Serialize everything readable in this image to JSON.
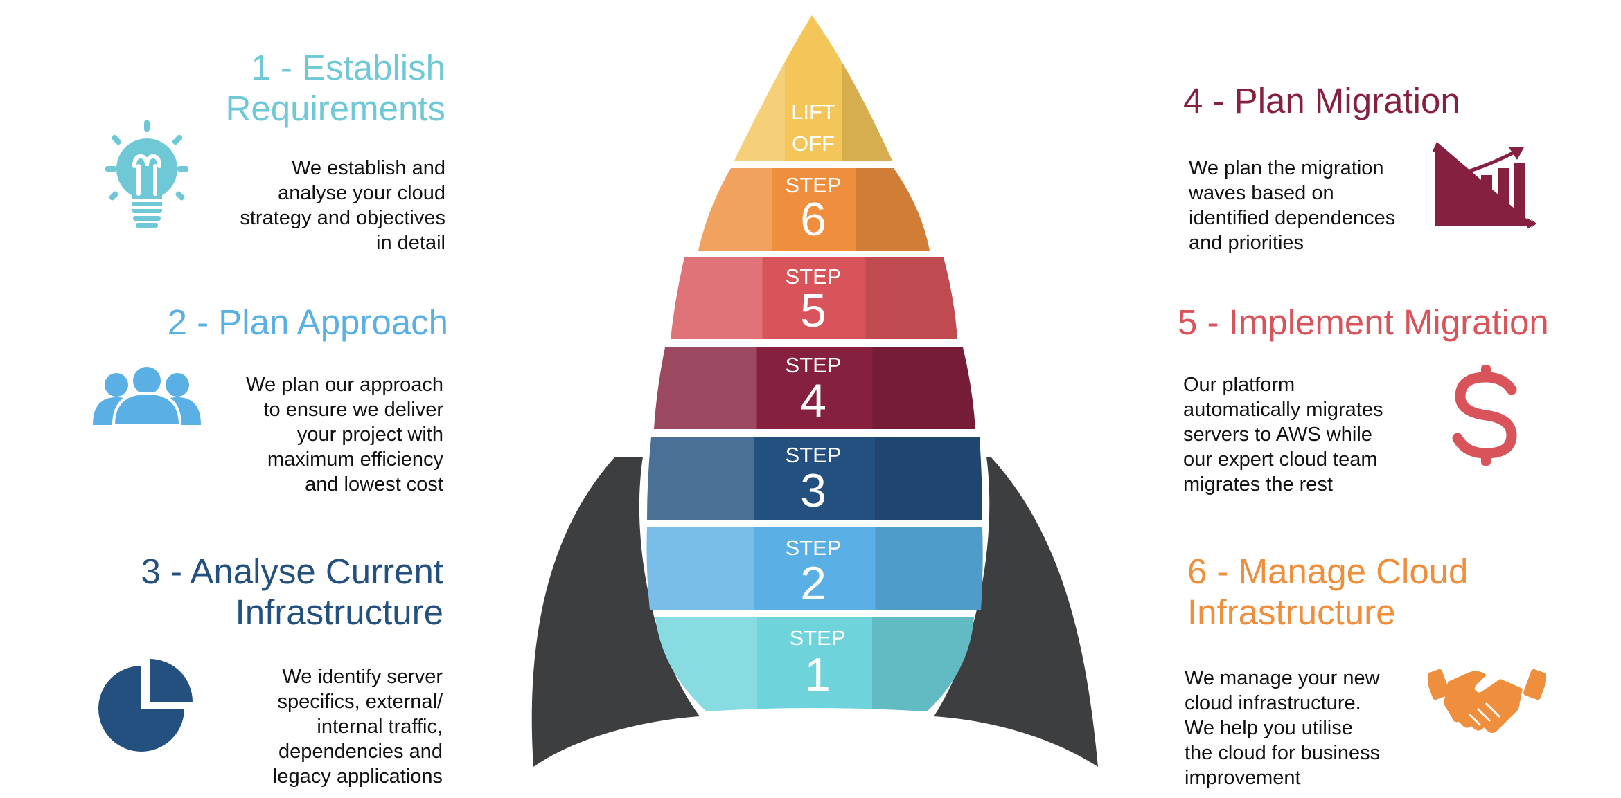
{
  "colors": {
    "step1": "#6fd3dc",
    "step2": "#5ab0e4",
    "step3": "#24507f",
    "step4": "#85203e",
    "step5": "#d9545a",
    "step6": "#ef8e3c",
    "liftoff": "#f4c65a",
    "fins": "#3d3e40"
  },
  "rocket": {
    "liftoff_lines": [
      "LIFT",
      "OFF"
    ],
    "step_word": "STEP",
    "steps": [
      "6",
      "5",
      "4",
      "3",
      "2",
      "1"
    ]
  },
  "left": [
    {
      "title_lines": [
        "1 - Establish",
        "Requirements"
      ],
      "desc_lines": [
        "We establish and",
        "analyse your cloud",
        "strategy and objectives",
        "in detail"
      ],
      "icon": "lightbulb-icon"
    },
    {
      "title_lines": [
        "2 - Plan Approach"
      ],
      "desc_lines": [
        "We plan our approach",
        "to ensure we deliver",
        "your project with",
        "maximum efficiency",
        "and lowest cost"
      ],
      "icon": "people-icon"
    },
    {
      "title_lines": [
        "3 - Analyse Current",
        "Infrastructure"
      ],
      "desc_lines": [
        "We identify server",
        "specifics, external/",
        "internal traffic,",
        "dependencies and",
        "legacy applications"
      ],
      "icon": "pie-chart-icon"
    }
  ],
  "right": [
    {
      "title_lines": [
        "4 - Plan Migration"
      ],
      "desc_lines": [
        "We plan the migration",
        "waves based on",
        "identified dependences",
        "and priorities"
      ],
      "icon": "bar-chart-icon"
    },
    {
      "title_lines": [
        "5 - Implement Migration"
      ],
      "desc_lines": [
        "Our platform",
        "automatically migrates",
        "servers to AWS while",
        "our expert cloud team",
        "migrates the rest"
      ],
      "icon": "dollar-icon"
    },
    {
      "title_lines": [
        "6 - Manage Cloud",
        "Infrastructure"
      ],
      "desc_lines": [
        "We manage your new",
        "cloud infrastructure.",
        "We help you utilise",
        "the cloud for business",
        "improvement"
      ],
      "icon": "handshake-icon"
    }
  ]
}
